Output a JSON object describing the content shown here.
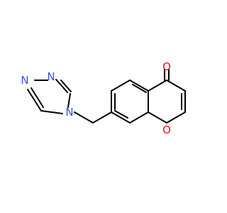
{
  "molecule": {
    "colors": {
      "bond": "#000000",
      "oxygen": "#ff0d0d",
      "nitrogen": "#3050f8",
      "background": "#ffffff"
    },
    "atoms": {
      "carbonyl_oxygen": {
        "symbol": "O",
        "element": "oxygen"
      },
      "ring_oxygen": {
        "symbol": "O",
        "element": "oxygen"
      },
      "triazole_n1": {
        "symbol": "N",
        "element": "nitrogen"
      },
      "triazole_n2": {
        "symbol": "N",
        "element": "nitrogen"
      },
      "triazole_n4": {
        "symbol": "N",
        "element": "nitrogen"
      }
    }
  }
}
